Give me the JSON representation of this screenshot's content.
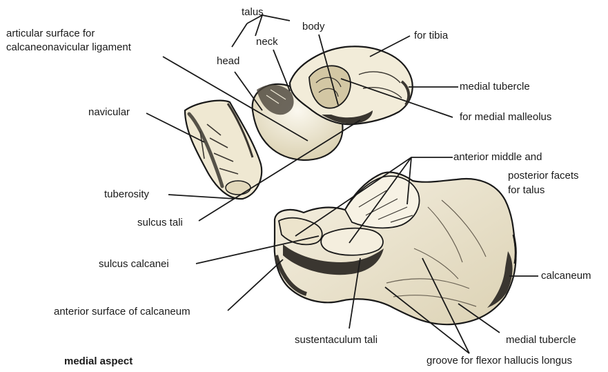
{
  "labels": {
    "talus": "talus",
    "body": "body",
    "neck": "neck",
    "head": "head",
    "for_tibia": "for tibia",
    "articular_surface_line1": "articular surface for",
    "articular_surface_line2": "calcaneonavicular ligament",
    "medial_tubercle_talus": "medial tubercle",
    "navicular": "navicular",
    "for_medial_malleolus": "for medial malleolus",
    "facets_line1": "anterior middle and",
    "facets_line2": "posterior facets",
    "facets_line3": "for talus",
    "tuberosity": "tuberosity",
    "sulcus_tali": "sulcus tali",
    "sulcus_calcanei": "sulcus calcanei",
    "calcaneum": "calcaneum",
    "anterior_surface": "anterior surface of calcaneum",
    "medial_tubercle_calcaneum": "medial tubercle",
    "sustentaculum_tali": "sustentaculum tali",
    "groove_flexor": "groove for flexor hallucis longus",
    "caption": "medial aspect"
  },
  "colors": {
    "bone_fill": "#f1ebd8",
    "bone_shade": "#d9cfae",
    "outline": "#1a1a1a",
    "dark_shade": "#3a3630",
    "leader": "#1a1a1a"
  }
}
